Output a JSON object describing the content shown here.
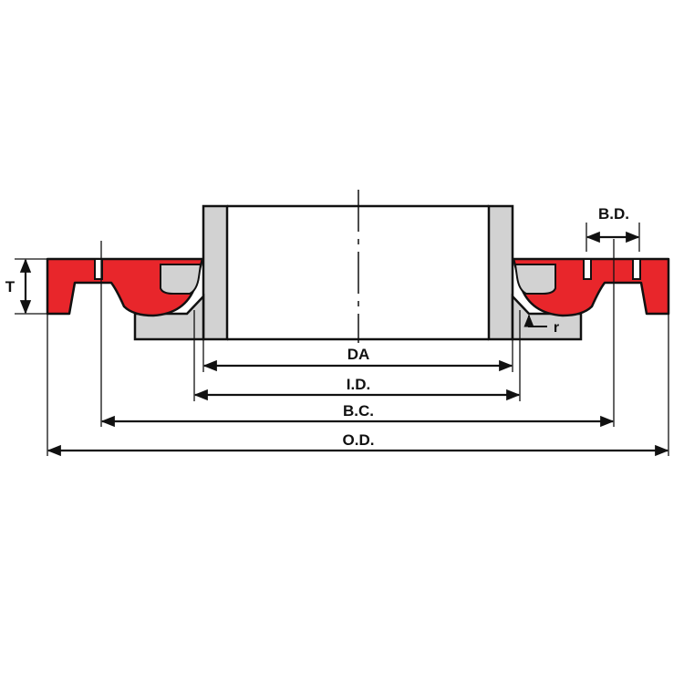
{
  "labels": {
    "da": "DA",
    "id": "I.D.",
    "bc": "B.C.",
    "od": "O.D.",
    "bd": "B.D.",
    "t": "T",
    "r": "r"
  },
  "colors": {
    "flange_red": "#e8262b",
    "pipe_gray": "#d2d2d2",
    "stroke": "#111111",
    "background": "#ffffff"
  }
}
